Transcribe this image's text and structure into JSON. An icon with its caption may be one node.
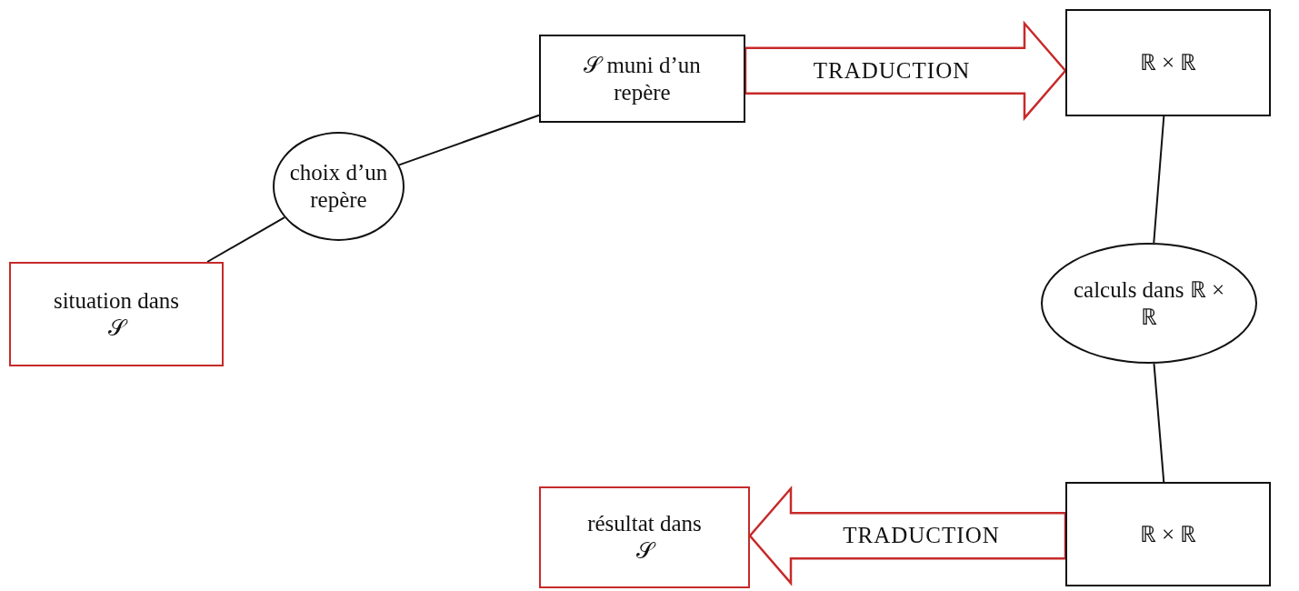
{
  "diagram": {
    "nodes": [
      {
        "text": [
          "situation dans 𝒮"
        ]
      },
      {
        "text": [
          "choix d’un repère"
        ]
      },
      {
        "text": [
          "𝒮 muni d’un repère"
        ]
      },
      {
        "text": [
          "ℝ × ℝ"
        ]
      },
      {
        "text": [
          "calculs dans ℝ × ℝ"
        ]
      },
      {
        "text": [
          "ℝ × ℝ"
        ]
      },
      {
        "text": [
          "résultat dans 𝒮"
        ]
      }
    ],
    "edges": [
      {
        "from": 0,
        "to": 1,
        "arrow": "none"
      },
      {
        "from": 1,
        "to": 2,
        "arrow": "none"
      },
      {
        "from": 2,
        "to": 3,
        "arrow": "to",
        "label": "TRADUCTION",
        "style": "thick",
        "color": "#c62a2a"
      },
      {
        "from": 3,
        "to": 4,
        "arrow": "none"
      },
      {
        "from": 4,
        "to": 5,
        "arrow": "none"
      },
      {
        "from": 5,
        "to": 6,
        "arrow": "to",
        "label": "TRADUCTION",
        "style": "thick",
        "color": "#c62a2a"
      }
    ]
  }
}
